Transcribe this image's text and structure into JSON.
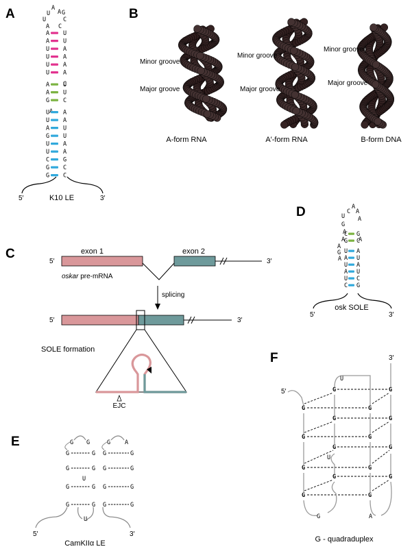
{
  "panels": {
    "a": "A",
    "b": "B",
    "c": "C",
    "d": "D",
    "e": "E",
    "f": "F"
  },
  "panel_a": {
    "caption": "K10 LE",
    "end5": "5′",
    "end3": "3′",
    "loop": [
      "U",
      "A",
      "A",
      "G",
      "U",
      "C",
      "A",
      "C"
    ],
    "bulge1": "C",
    "bulge2": "A",
    "pairs": [
      {
        "l": "A",
        "r": "U",
        "c": "pink"
      },
      {
        "l": "A",
        "r": "U",
        "c": "pink"
      },
      {
        "l": "U",
        "r": "A",
        "c": "pink"
      },
      {
        "l": "U",
        "r": "A",
        "c": "pink"
      },
      {
        "l": "U",
        "r": "A",
        "c": "pink"
      },
      {
        "l": "U",
        "r": "A",
        "c": "pink"
      },
      {
        "l": "A",
        "r": "U",
        "c": "green"
      },
      {
        "l": "A",
        "r": "U",
        "c": "green"
      },
      {
        "l": "G",
        "r": "C",
        "c": "green"
      },
      {
        "l": "U",
        "r": "A",
        "c": "blue"
      },
      {
        "l": "U",
        "r": "A",
        "c": "blue"
      },
      {
        "l": "A",
        "r": "U",
        "c": "blue"
      },
      {
        "l": "G",
        "r": "U",
        "c": "blue"
      },
      {
        "l": "U",
        "r": "A",
        "c": "blue"
      },
      {
        "l": "U",
        "r": "A",
        "c": "blue"
      },
      {
        "l": "C",
        "r": "G",
        "c": "blue"
      },
      {
        "l": "G",
        "r": "C",
        "c": "blue"
      },
      {
        "l": "G",
        "r": "C",
        "c": "blue"
      }
    ]
  },
  "panel_b": {
    "helices": [
      {
        "caption": "A-form RNA",
        "minor": "Minor groove",
        "major": "Major groove"
      },
      {
        "caption": "A′-form RNA",
        "minor": "Minor groove",
        "major": "Major groove"
      },
      {
        "caption": "B-form DNA",
        "minor": "Minor groove",
        "major": "Major groove"
      }
    ]
  },
  "panel_c": {
    "exon1": "exon 1",
    "exon2": "exon 2",
    "premrna": "oskar",
    "premrna_suffix": " pre-mRNA",
    "splicing": "splicing",
    "sole": "SOLE formation",
    "ejc": "EJC",
    "end5": "5′",
    "end3": "3′"
  },
  "panel_d": {
    "caption": "osk SOLE",
    "end5": "5′",
    "end3": "3′",
    "loop": [
      "C",
      "A",
      "U",
      "A",
      "G",
      "A",
      "A"
    ],
    "bulge_l": [
      "A",
      "G",
      "A"
    ],
    "pairs": [
      {
        "l": "A",
        "r": "A",
        "c": "none"
      },
      {
        "l": "C",
        "r": "G",
        "c": "green"
      },
      {
        "l": "G",
        "r": "C",
        "c": "green"
      },
      {
        "l": "U",
        "r": "A",
        "c": "blue"
      },
      {
        "l": "A",
        "r": "U",
        "c": "blue"
      },
      {
        "l": "U",
        "r": "A",
        "c": "blue"
      },
      {
        "l": "A",
        "r": "U",
        "c": "blue"
      },
      {
        "l": "U",
        "r": "C",
        "c": "blue"
      },
      {
        "l": "C",
        "r": "G",
        "c": "blue"
      }
    ]
  },
  "panel_e": {
    "caption": "CamKIIα LE",
    "end5": "5′",
    "end3": "3′",
    "linker": "U",
    "bulge": "U",
    "loop1": [
      "G",
      "G"
    ],
    "loop2": [
      "G",
      "A"
    ],
    "g": "G"
  },
  "panel_f": {
    "caption": "G - quadraduplex",
    "end5": "5′",
    "end3": "3′",
    "g": "G",
    "u": "U",
    "a": "A"
  },
  "colors": {
    "pink": "#e2338f",
    "green": "#7cb342",
    "blue": "#31a9dc",
    "exon1": "#d9979a",
    "exon2": "#6e9a9b",
    "bead": "#3a2222"
  }
}
